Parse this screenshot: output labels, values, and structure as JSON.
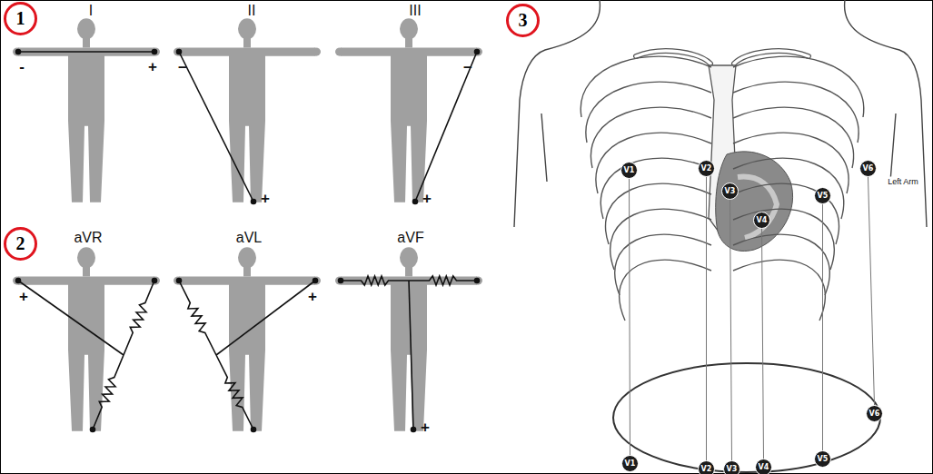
{
  "diagram": {
    "nodes": [
      {
        "text": [
          "1"
        ]
      },
      {
        "text": [
          "2"
        ]
      },
      {
        "text": [
          "3"
        ]
      },
      {
        "text": [
          "V1"
        ]
      },
      {
        "text": [
          "V2"
        ]
      },
      {
        "text": [
          "V3"
        ]
      },
      {
        "text": [
          "V4"
        ]
      },
      {
        "text": [
          "V5"
        ]
      },
      {
        "text": [
          "V6"
        ]
      },
      {
        "text": [
          "V1"
        ]
      },
      {
        "text": [
          "V2"
        ]
      },
      {
        "text": [
          "V3"
        ]
      },
      {
        "text": [
          "V4"
        ]
      },
      {
        "text": [
          "V5"
        ]
      },
      {
        "text": [
          "V6"
        ]
      }
    ],
    "edges": [
      {
        "from": 3,
        "to": 9,
        "arrow": "none"
      },
      {
        "from": 4,
        "to": 10,
        "arrow": "none"
      },
      {
        "from": 5,
        "to": 11,
        "arrow": "none"
      },
      {
        "from": 6,
        "to": 12,
        "arrow": "none"
      },
      {
        "from": 7,
        "to": 13,
        "arrow": "none"
      },
      {
        "from": 8,
        "to": 14,
        "arrow": "none"
      }
    ],
    "labels": [
      "I",
      "II",
      "III",
      "-",
      "+",
      "−",
      "+",
      "−",
      "+",
      "aVR",
      "aVL",
      "aVF",
      "+",
      "+",
      "+",
      "Left Arm"
    ]
  }
}
